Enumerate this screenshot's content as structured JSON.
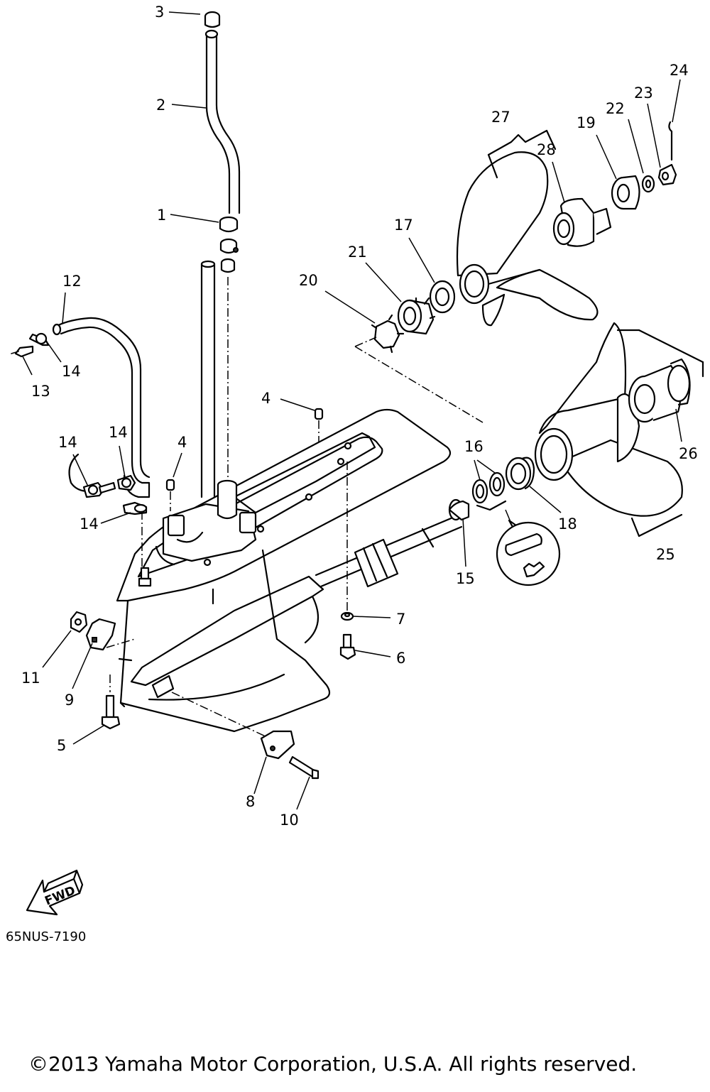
{
  "diagram": {
    "part_labels": [
      "1",
      "2",
      "3",
      "4",
      "4",
      "5",
      "6",
      "7",
      "8",
      "9",
      "10",
      "11",
      "12",
      "13",
      "14",
      "14",
      "14",
      "14",
      "15",
      "16",
      "17",
      "18",
      "19",
      "20",
      "21",
      "22",
      "23",
      "24",
      "25",
      "26",
      "27",
      "28"
    ],
    "drawing_code": "65NUS-7190",
    "direction_marker": "FWD",
    "copyright": "©2013 Yamaha Motor Corporation, U.S.A. All rights reserved."
  }
}
